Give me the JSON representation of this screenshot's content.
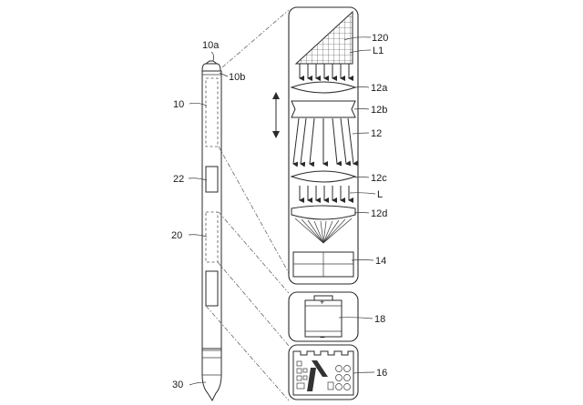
{
  "labels": {
    "l10a": "10a",
    "l10b": "10b",
    "l10": "10",
    "l22": "22",
    "l20": "20",
    "l30": "30",
    "l120": "120",
    "lL1": "L1",
    "l12a": "12a",
    "l12b": "12b",
    "l12": "12",
    "l12c": "12c",
    "lL": "L",
    "l12d": "12d",
    "l14": "14",
    "l18": "18",
    "l16": "16",
    "plus": "+",
    "minus": "−"
  },
  "colors": {
    "stroke": "#2a2a2a",
    "background": "#ffffff"
  }
}
